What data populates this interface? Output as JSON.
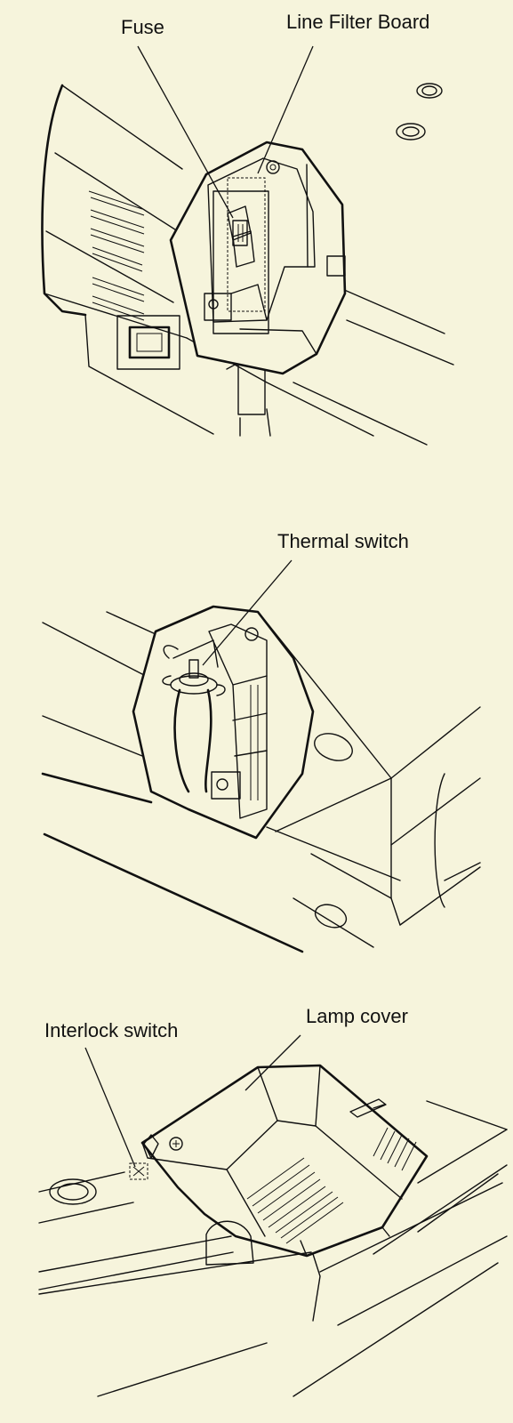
{
  "figures": [
    {
      "labels": {
        "fuse": "Fuse",
        "line_filter_board": "Line Filter Board"
      }
    },
    {
      "labels": {
        "thermal_switch": "Thermal switch"
      }
    },
    {
      "labels": {
        "interlock_switch": "Interlock switch",
        "lamp_cover": "Lamp cover"
      }
    }
  ]
}
